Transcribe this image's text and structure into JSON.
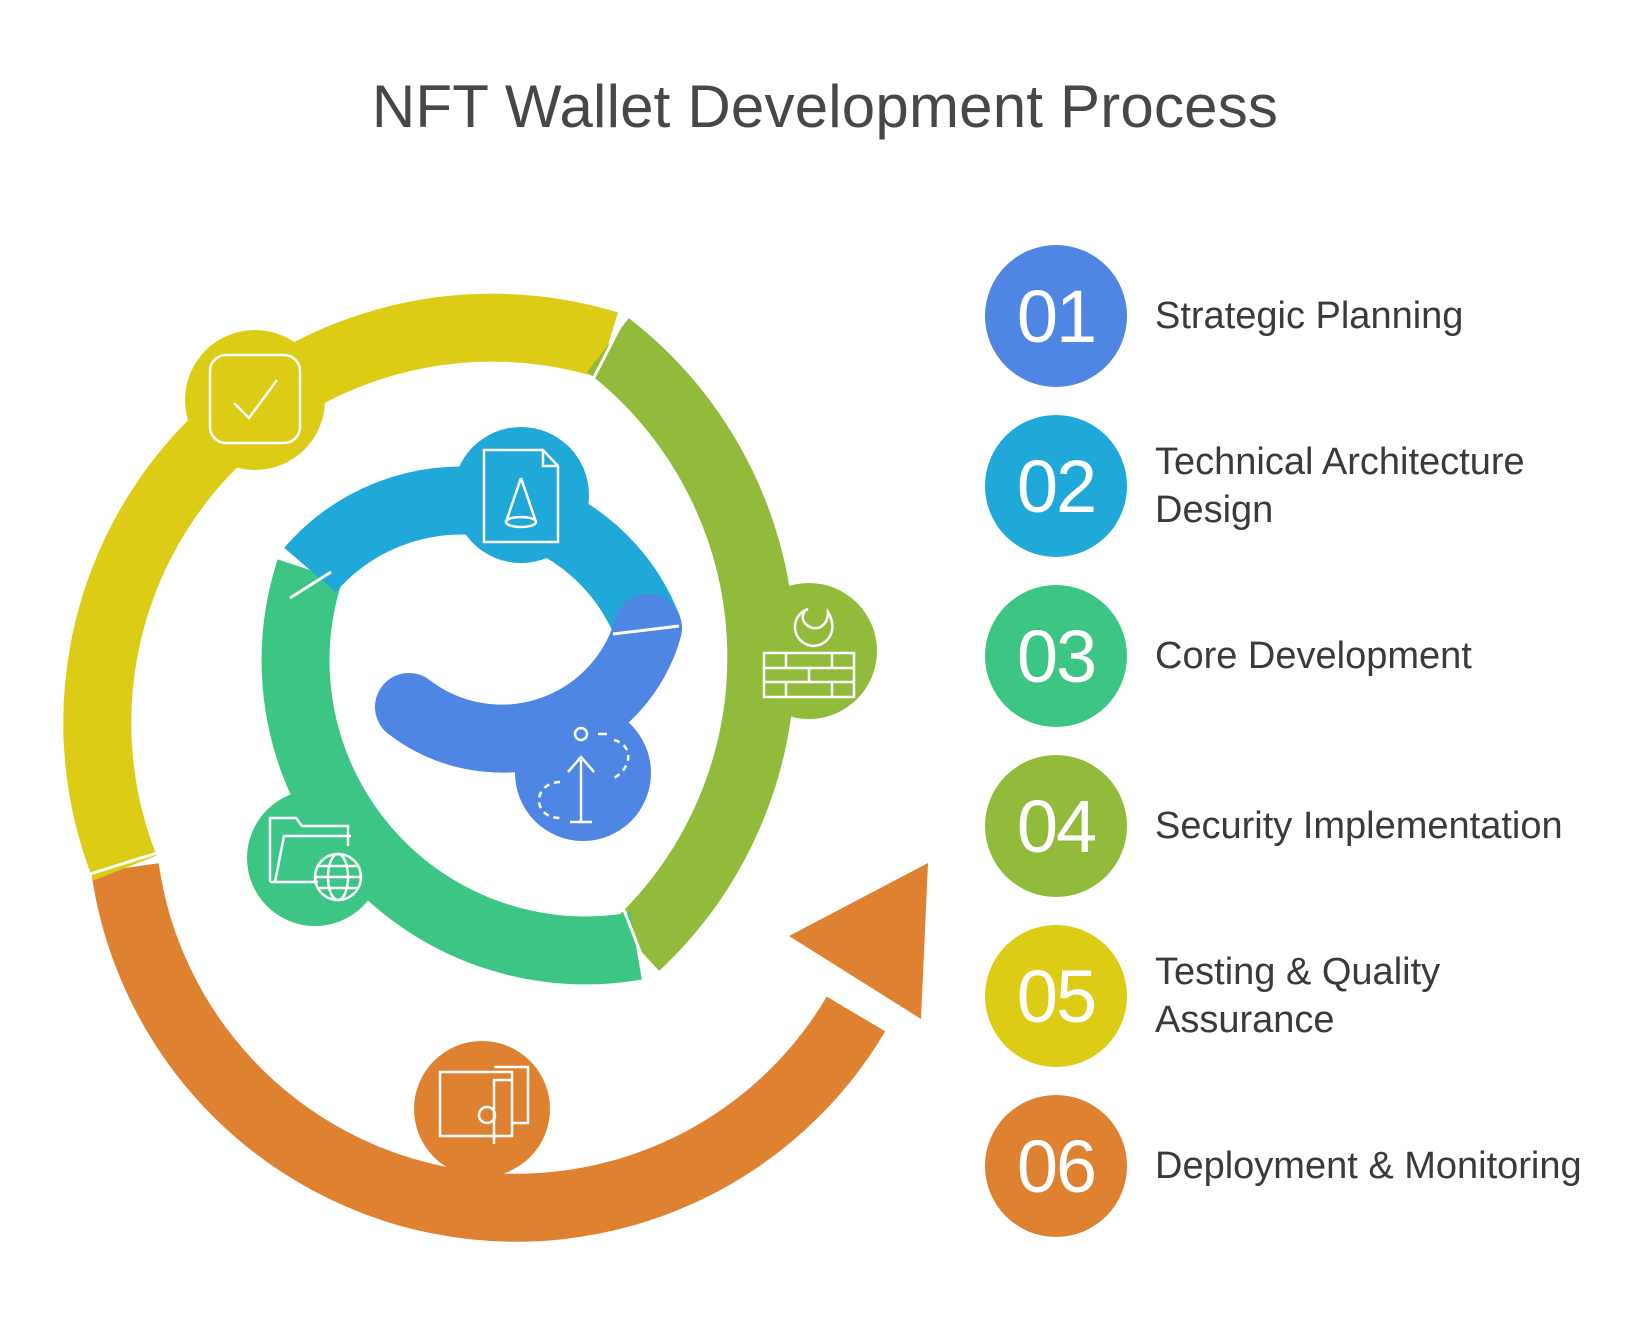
{
  "title": "NFT Wallet Development Process",
  "colors": {
    "step1": "#4f86e3",
    "step2": "#1fa8d8",
    "step3": "#3cc584",
    "step4": "#93bb3b",
    "step5": "#ddcc15",
    "step6": "#de8131"
  },
  "steps": [
    {
      "number": "01",
      "label": "Strategic Planning",
      "icon": "upload-arrow-icon"
    },
    {
      "number": "02",
      "label": "Technical Architecture Design",
      "icon": "document-blueprint-icon"
    },
    {
      "number": "03",
      "label": "Core Development",
      "icon": "folder-globe-icon"
    },
    {
      "number": "04",
      "label": "Security Implementation",
      "icon": "firewall-icon"
    },
    {
      "number": "05",
      "label": "Testing & Quality Assurance",
      "icon": "checkbox-icon"
    },
    {
      "number": "06",
      "label": "Deployment & Monitoring",
      "icon": "wallet-icon"
    }
  ]
}
